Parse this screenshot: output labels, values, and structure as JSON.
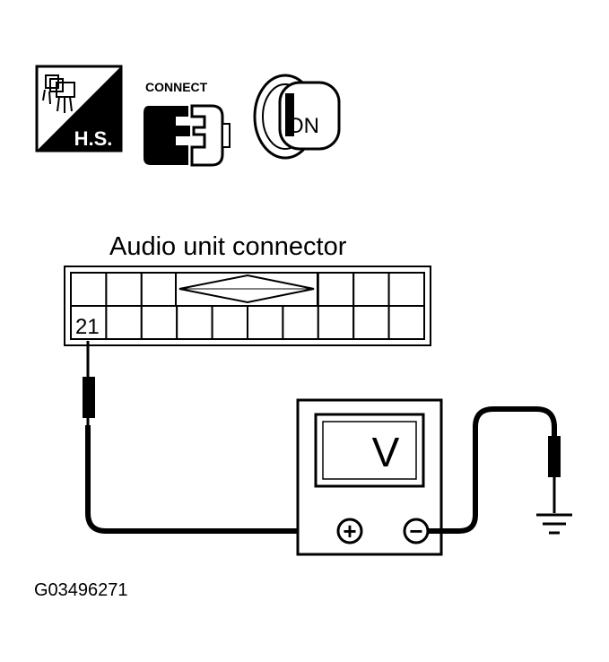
{
  "icons": {
    "hs_label": "H.S.",
    "connect_label": "CONNECT",
    "key_label": "ON"
  },
  "connector": {
    "title": "Audio unit connector",
    "terminal_label": "21"
  },
  "voltmeter": {
    "display": "V",
    "positive_symbol": "+",
    "negative_symbol": "−"
  },
  "figure_id": "G03496271"
}
